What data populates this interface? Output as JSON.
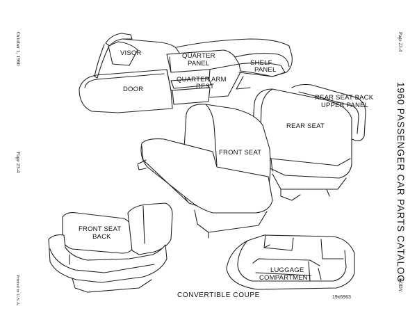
{
  "left_margin": {
    "date": "October 1, 1960",
    "page_ref": "Page 23-4",
    "printed": "Printed in U.S.A."
  },
  "right_margin": {
    "page_ref": "Page 23-4",
    "catalog_title": "1960 PASSENGER CAR PARTS CATALOG",
    "section": "BODY"
  },
  "labels": {
    "visor": "VISOR",
    "quarter_panel_1": "QUARTER",
    "quarter_panel_2": "PANEL",
    "shelf_panel_1": "SHELF",
    "shelf_panel_2": "PANEL",
    "quarter_arm_rest_1": "QUARTER ARM",
    "quarter_arm_rest_2": "REST",
    "door": "DOOR",
    "rear_seat_back_1": "REAR SEAT BACK",
    "rear_seat_back_2": "UPPER PANEL",
    "rear_seat": "REAR SEAT",
    "front_seat": "FRONT SEAT",
    "front_seat_back_1": "FRONT SEAT",
    "front_seat_back_2": "BACK",
    "luggage_1": "LUGGAGE",
    "luggage_2": "COMPARTMENT"
  },
  "caption": "CONVERTIBLE COUPE",
  "figure_number": "19x6963"
}
